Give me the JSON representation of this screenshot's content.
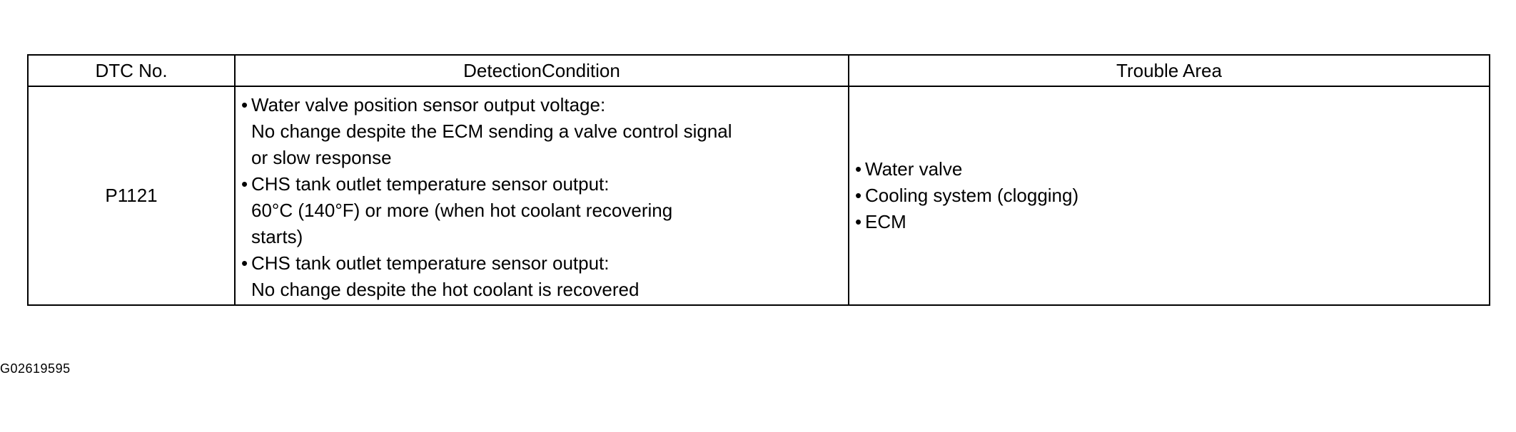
{
  "table": {
    "headers": {
      "dtc_no": "DTC No.",
      "detection_condition": "DetectionCondition",
      "trouble_area": "Trouble Area"
    },
    "row": {
      "dtc_code": "P1121",
      "conditions": [
        {
          "bullet": "•",
          "title": "Water valve position sensor output voltage:",
          "detail": "No change despite the ECM sending a valve control signal\nor slow response"
        },
        {
          "bullet": "•",
          "title": "CHS tank outlet temperature sensor output:",
          "detail": "60°C (140°F) or more (when hot coolant recovering\nstarts)"
        },
        {
          "bullet": "•",
          "title": "CHS tank outlet temperature sensor output:",
          "detail": "No change despite the hot coolant is recovered"
        }
      ],
      "trouble_areas": [
        {
          "bullet": "•",
          "label": "Water valve"
        },
        {
          "bullet": "•",
          "label": "Cooling system (clogging)"
        },
        {
          "bullet": "•",
          "label": "ECM"
        }
      ]
    }
  },
  "figure_id": "G02619595"
}
